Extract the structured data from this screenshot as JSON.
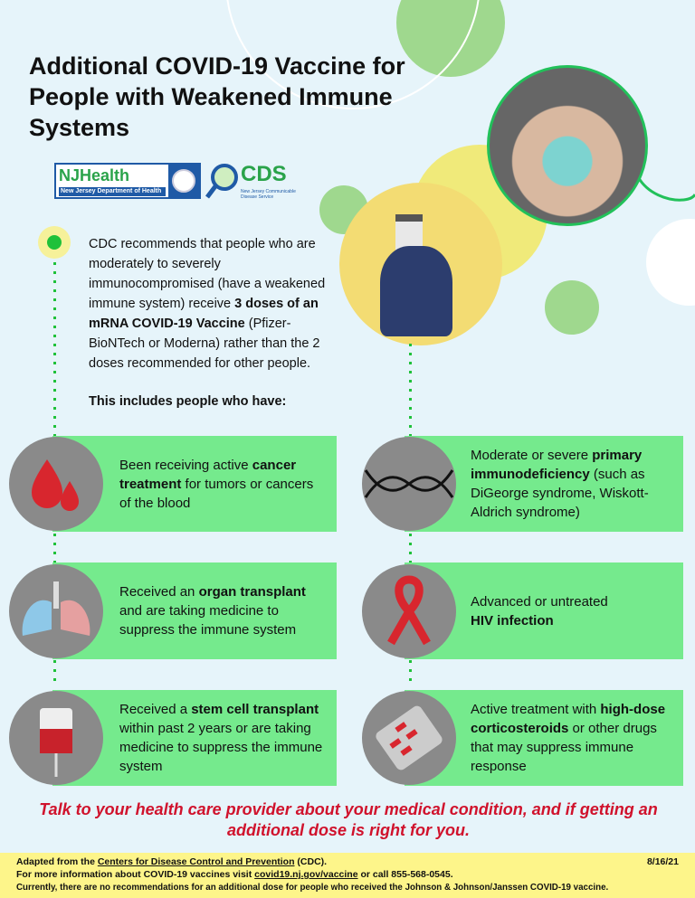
{
  "title": "Additional COVID-19 Vaccine for People with Weakened Immune Systems",
  "logos": {
    "nj_big": "NJHealth",
    "nj_small": "New Jersey Department of Health",
    "cds_big": "CDS",
    "cds_small": "New Jersey Communicable Disease Service"
  },
  "intro": {
    "p1_a": "CDC recommends that people who are moderately to severely immunocompromised (have a weakened immune system) receive ",
    "p1_bold": "3 doses of an mRNA COVID-19 Vaccine",
    "p1_b": " (Pfizer-BioNTech or Moderna) rather than the 2 doses recommended for other people.",
    "p2": "This includes people who have:"
  },
  "cards": [
    {
      "a": "Been receiving active ",
      "b": "cancer treatment",
      "c": " for tumors or cancers of the blood",
      "icon": "blood-drops-icon"
    },
    {
      "a": "Moderate or severe ",
      "b": "primary immunodeficiency",
      "c": " (such as DiGeorge syndrome, Wiskott-Aldrich syndrome)",
      "icon": "dna-icon"
    },
    {
      "a": "Received an ",
      "b": "organ transplant",
      "c": " and are taking medicine to suppress the immune system",
      "icon": "lungs-icon"
    },
    {
      "a": "Advanced or untreated ",
      "b": "HIV infection",
      "c": "",
      "icon": "ribbon-icon"
    },
    {
      "a": "Received a ",
      "b": "stem cell transplant",
      "c": " within past 2 years or are taking medicine to suppress the immune system",
      "icon": "blood-bag-icon"
    },
    {
      "a": "Active treatment with ",
      "b": "high-dose corticosteroids",
      "c": " or other drugs that may suppress immune response",
      "icon": "pills-icon"
    }
  ],
  "talk": "Talk to your health care provider about your medical condition, and if getting an additional dose is right for you.",
  "footer": {
    "l1a": "Adapted from the ",
    "l1link": "Centers for Disease Control and Prevention",
    "l1b": " (CDC).",
    "date": "8/16/21",
    "l2a": "For more information about COVID-19 vaccines visit ",
    "l2link": "covid19.nj.gov/vaccine",
    "l2b": " or call 855-568-0545.",
    "l3": "Currently, there are no recommendations for an additional dose for people who received the Johnson & Johnson/Janssen COVID-19 vaccine."
  },
  "colors": {
    "card": "#75ea8d",
    "accent": "#d0122c",
    "footer": "#fdf58a"
  }
}
